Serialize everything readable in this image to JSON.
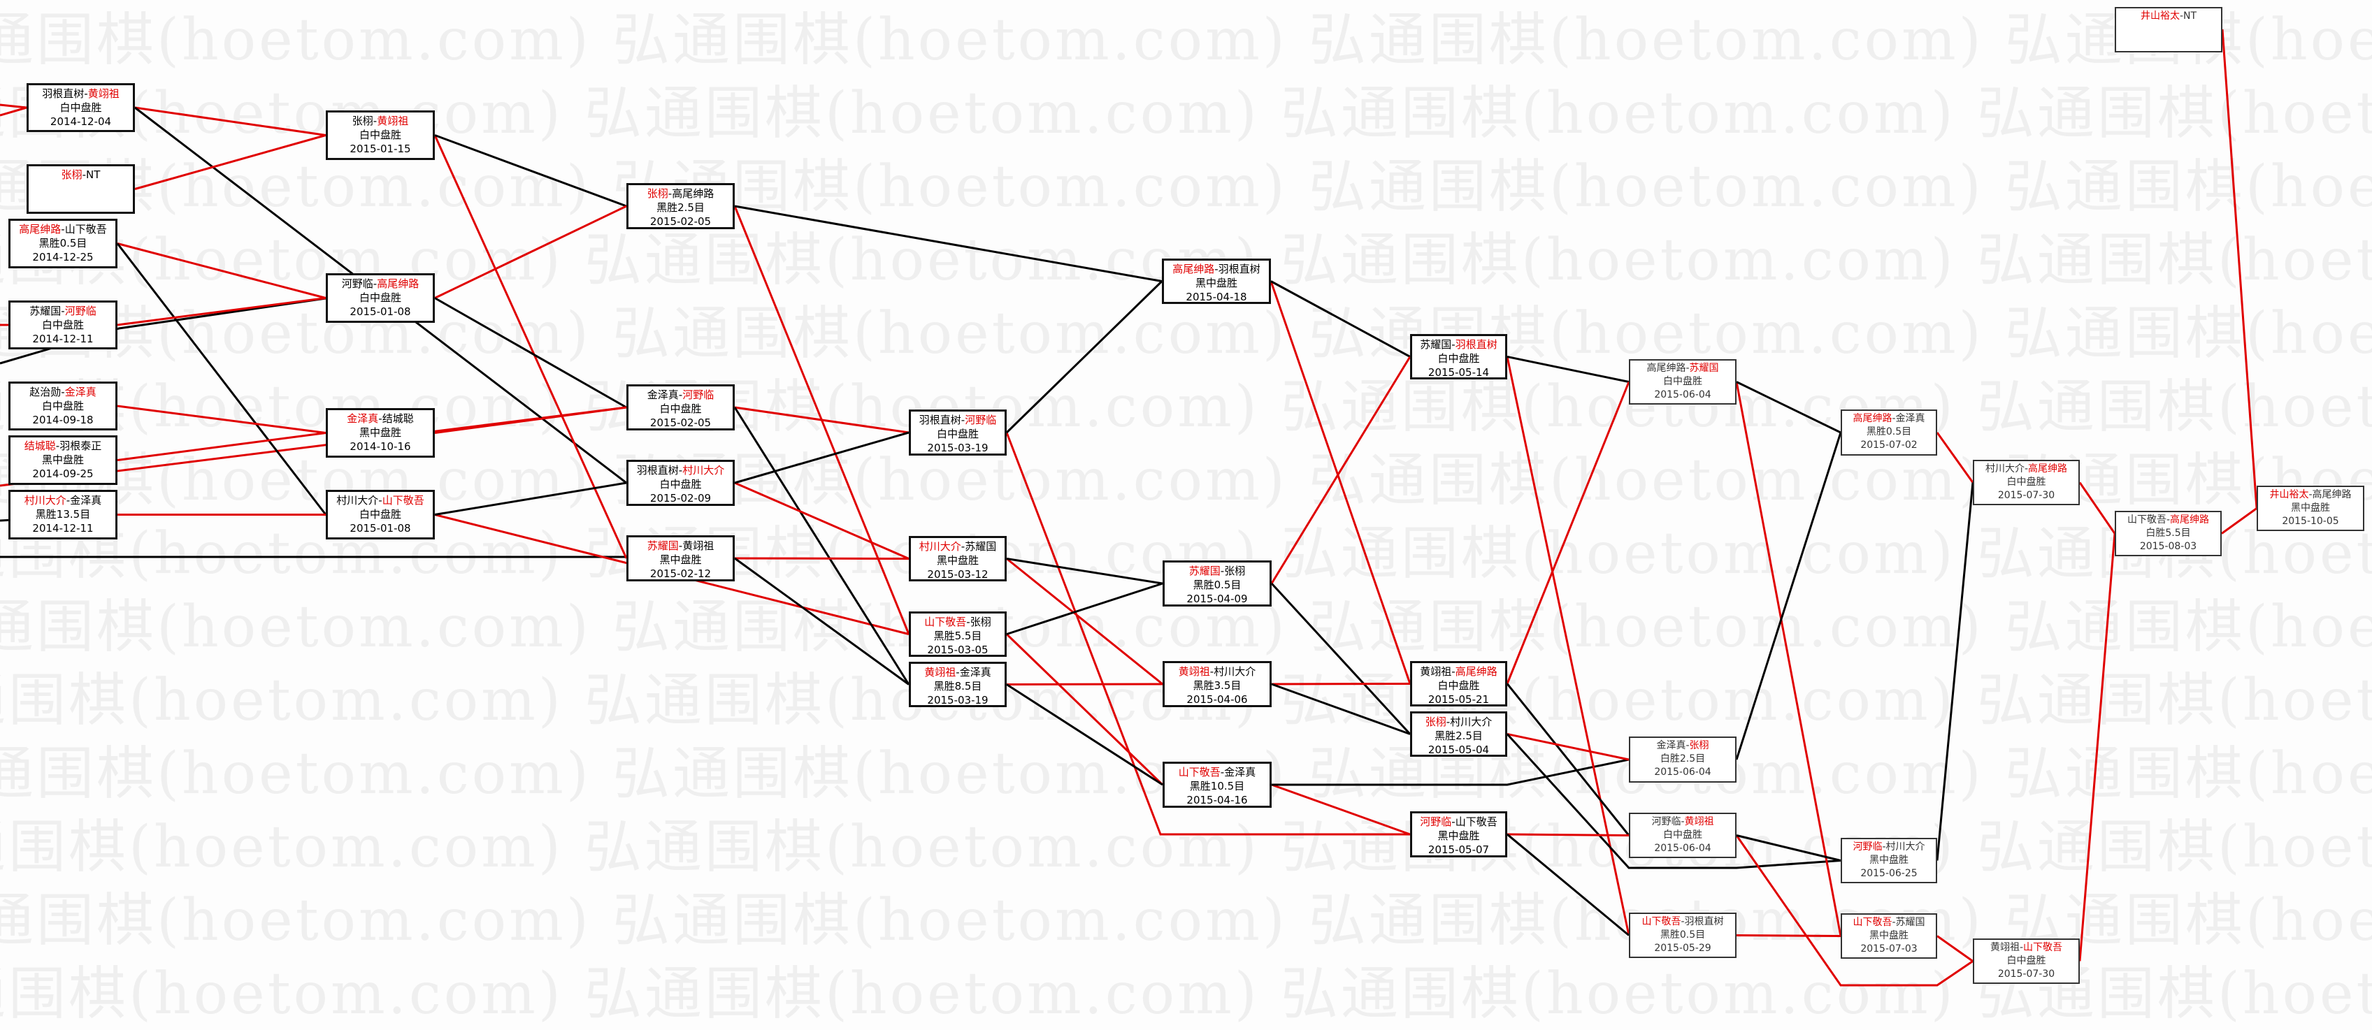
{
  "watermark": "弘通围棋(hoetom.com)",
  "colors": {
    "winner": "#e00000",
    "loser_line": "#000000",
    "winner_line": "#e00000"
  },
  "matches": {
    "A1": {
      "black": "羽根直树",
      "white": "黄翊祖",
      "winner": "white",
      "result": "白中盘胜",
      "date": "2014-12-04"
    },
    "A2": {
      "black": "张栩",
      "white": "NT",
      "winner": "black"
    },
    "A3": {
      "black": "高尾绅路",
      "white": "山下敬吾",
      "winner": "black",
      "result": "黑胜0.5目",
      "date": "2014-12-25"
    },
    "A4": {
      "black": "苏耀国",
      "white": "河野临",
      "winner": "white",
      "result": "白中盘胜",
      "date": "2014-12-11"
    },
    "A5": {
      "black": "赵治勋",
      "white": "金泽真",
      "winner": "white",
      "result": "白中盘胜",
      "date": "2014-09-18"
    },
    "A6": {
      "black": "结城聪",
      "white": "羽根泰正",
      "winner": "black",
      "result": "黑中盘胜",
      "date": "2014-09-25"
    },
    "A7": {
      "black": "村川大介",
      "white": "金泽真",
      "winner": "black",
      "result": "黑胜13.5目",
      "date": "2014-12-11"
    },
    "B1": {
      "black": "张栩",
      "white": "黄翊祖",
      "winner": "white",
      "result": "白中盘胜",
      "date": "2015-01-15"
    },
    "B2": {
      "black": "河野临",
      "white": "高尾绅路",
      "winner": "white",
      "result": "白中盘胜",
      "date": "2015-01-08"
    },
    "B3": {
      "black": "金泽真",
      "white": "结城聪",
      "winner": "black",
      "result": "黑中盘胜",
      "date": "2014-10-16"
    },
    "B4": {
      "black": "村川大介",
      "white": "山下敬吾",
      "winner": "white",
      "result": "白中盘胜",
      "date": "2015-01-08"
    },
    "C1": {
      "black": "张栩",
      "white": "高尾绅路",
      "winner": "black",
      "result": "黑胜2.5目",
      "date": "2015-02-05"
    },
    "C2": {
      "black": "金泽真",
      "white": "河野临",
      "winner": "white",
      "result": "白中盘胜",
      "date": "2015-02-05"
    },
    "C3": {
      "black": "羽根直树",
      "white": "村川大介",
      "winner": "white",
      "result": "白中盘胜",
      "date": "2015-02-09"
    },
    "C4": {
      "black": "苏耀国",
      "white": "黄翊祖",
      "winner": "black",
      "result": "黑中盘胜",
      "date": "2015-02-12"
    },
    "D1": {
      "black": "羽根直树",
      "white": "河野临",
      "winner": "white",
      "result": "白中盘胜",
      "date": "2015-03-19"
    },
    "D2": {
      "black": "村川大介",
      "white": "苏耀国",
      "winner": "black",
      "result": "黑中盘胜",
      "date": "2015-03-12"
    },
    "D3": {
      "black": "山下敬吾",
      "white": "张栩",
      "winner": "black",
      "result": "黑胜5.5目",
      "date": "2015-03-05"
    },
    "D4": {
      "black": "黄翊祖",
      "white": "金泽真",
      "winner": "black",
      "result": "黑胜8.5目",
      "date": "2015-03-19"
    },
    "E1": {
      "black": "高尾绅路",
      "white": "羽根直树",
      "winner": "black",
      "result": "黑中盘胜",
      "date": "2015-04-18"
    },
    "E2": {
      "black": "苏耀国",
      "white": "张栩",
      "winner": "black",
      "result": "黑胜0.5目",
      "date": "2015-04-09"
    },
    "E3": {
      "black": "黄翊祖",
      "white": "村川大介",
      "winner": "black",
      "result": "黑胜3.5目",
      "date": "2015-04-06"
    },
    "E4": {
      "black": "山下敬吾",
      "white": "金泽真",
      "winner": "black",
      "result": "黑胜10.5目",
      "date": "2015-04-16"
    },
    "F1": {
      "black": "苏耀国",
      "white": "羽根直树",
      "winner": "white",
      "result": "白中盘胜",
      "date": "2015-05-14"
    },
    "F2": {
      "black": "黄翊祖",
      "white": "高尾绅路",
      "winner": "white",
      "result": "白中盘胜",
      "date": "2015-05-21"
    },
    "F3": {
      "black": "张栩",
      "white": "村川大介",
      "winner": "black",
      "result": "黑胜2.5目",
      "date": "2015-05-04"
    },
    "F4": {
      "black": "河野临",
      "white": "山下敬吾",
      "winner": "black",
      "result": "黑中盘胜",
      "date": "2015-05-07"
    },
    "G1": {
      "black": "高尾绅路",
      "white": "苏耀国",
      "winner": "white",
      "result": "白中盘胜",
      "date": "2015-06-04"
    },
    "G2": {
      "black": "金泽真",
      "white": "张栩",
      "winner": "white",
      "result": "白胜2.5目",
      "date": "2015-06-04"
    },
    "G3": {
      "black": "河野临",
      "white": "黄翊祖",
      "winner": "white",
      "result": "白中盘胜",
      "date": "2015-06-04"
    },
    "G4": {
      "black": "山下敬吾",
      "white": "羽根直树",
      "winner": "black",
      "result": "黑胜0.5目",
      "date": "2015-05-29"
    },
    "H1": {
      "black": "高尾绅路",
      "white": "金泽真",
      "winner": "black",
      "result": "黑胜0.5目",
      "date": "2015-07-02"
    },
    "H2": {
      "black": "河野临",
      "white": "村川大介",
      "winner": "black",
      "result": "黑中盘胜",
      "date": "2015-06-25"
    },
    "H3": {
      "black": "山下敬吾",
      "white": "苏耀国",
      "winner": "black",
      "result": "黑中盘胜",
      "date": "2015-07-03"
    },
    "I1": {
      "black": "村川大介",
      "white": "高尾绅路",
      "winner": "white",
      "result": "白中盘胜",
      "date": "2015-07-30"
    },
    "I2": {
      "black": "黄翊祖",
      "white": "山下敬吾",
      "winner": "white",
      "result": "白中盘胜",
      "date": "2015-07-30"
    },
    "J1": {
      "black": "山下敬吾",
      "white": "高尾绅路",
      "winner": "white",
      "result": "白胜5.5目",
      "date": "2015-08-03"
    },
    "K0": {
      "black": "井山裕太",
      "white": "NT",
      "winner": "black"
    },
    "K1": {
      "black": "井山裕太",
      "white": "高尾绅路",
      "winner": "black",
      "result": "黑中盘胜",
      "date": "2015-10-05"
    }
  }
}
